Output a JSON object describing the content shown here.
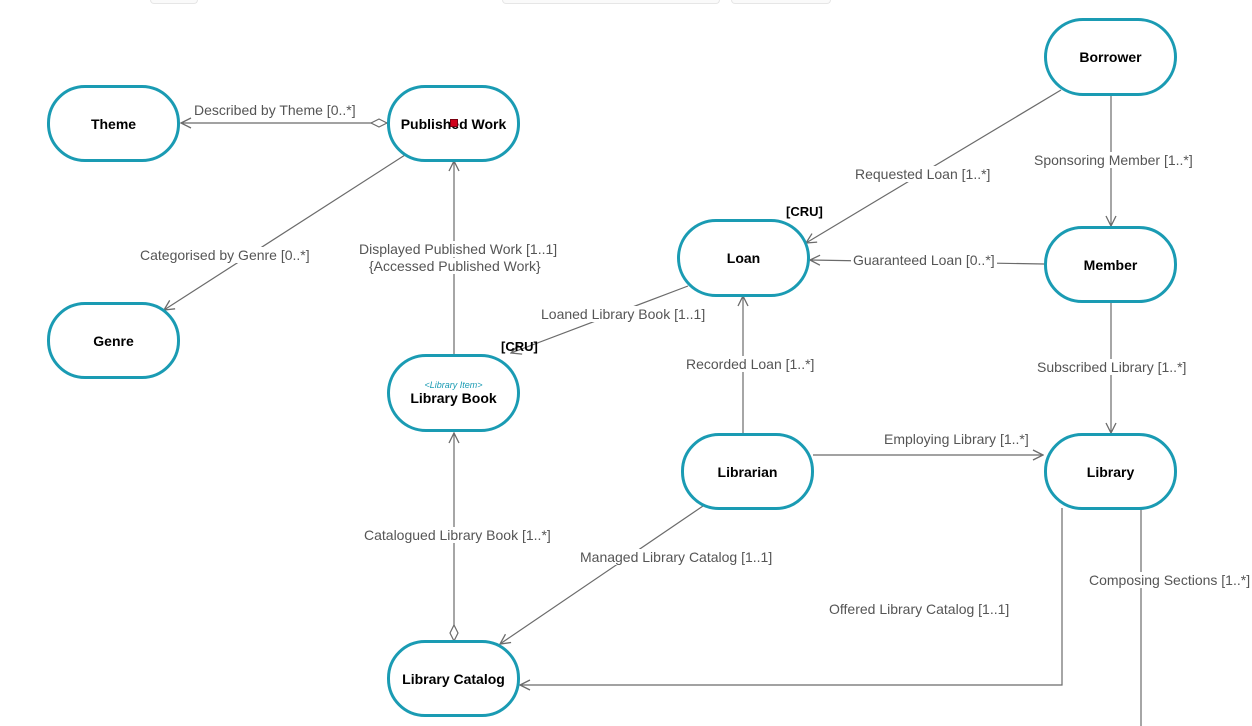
{
  "nodes": {
    "theme": {
      "label": "Theme"
    },
    "published_work": {
      "label": "Published Work"
    },
    "genre": {
      "label": "Genre"
    },
    "library_book": {
      "label": "Library Book",
      "stereotype": "<Library Item>"
    },
    "library_catalog": {
      "label": "Library Catalog"
    },
    "loan": {
      "label": "Loan"
    },
    "librarian": {
      "label": "Librarian"
    },
    "borrower": {
      "label": "Borrower"
    },
    "member": {
      "label": "Member"
    },
    "library": {
      "label": "Library"
    }
  },
  "tags": {
    "loan": "[CRU]",
    "library_book": "[CRU]"
  },
  "edges": {
    "described_by_theme": "Described by Theme [0..*]",
    "categorised_by_genre": "Categorised by Genre [0..*]",
    "displayed_published_work_1": "Displayed Published Work [1..1]",
    "displayed_published_work_2": "{Accessed Published Work}",
    "loaned_library_book": "Loaned Library Book [1..1]",
    "catalogued_library_book": "Catalogued Library Book [1..*]",
    "managed_library_catalog": "Managed Library Catalog [1..1]",
    "recorded_loan": "Recorded Loan [1..*]",
    "requested_loan": "Requested Loan [1..*]",
    "guaranteed_loan": "Guaranteed Loan [0..*]",
    "sponsoring_member": "Sponsoring Member [1..*]",
    "subscribed_library": "Subscribed Library [1..*]",
    "employing_library": "Employing Library [1..*]",
    "offered_library_catalog": "Offered Library Catalog [1..1]",
    "composing_sections": "Composing Sections [1..*]"
  },
  "colors": {
    "node_border": "#1a9bb3",
    "edge_line": "#6b6b6b",
    "edge_text": "#555555",
    "selection": "#d0021b"
  }
}
